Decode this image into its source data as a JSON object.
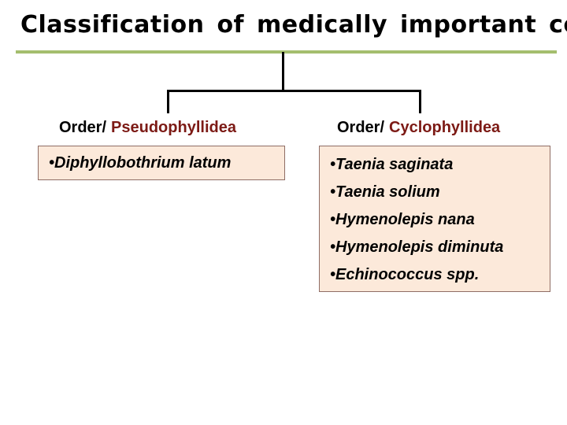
{
  "slide": {
    "title": "Classification of medically important cestodes",
    "colors": {
      "title_text": "#000000",
      "rule_green": "#a4be6e",
      "tree_line": "#000000",
      "order_name_red": "#7c1a15",
      "box_fill": "#fce9da",
      "box_border": "#8f6d65",
      "bullet_text": "#000000",
      "background": "#ffffff"
    },
    "left_branch": {
      "order_prefix": "Order/",
      "order_name": "Pseudophyllidea",
      "items": [
        "•Diphyllobothrium latum"
      ]
    },
    "right_branch": {
      "order_prefix": "Order/",
      "order_name": "Cyclophyllidea",
      "items": [
        "•Taenia saginata",
        "•Taenia solium",
        "•Hymenolepis nana",
        "•Hymenolepis diminuta",
        "•Echinococcus spp."
      ]
    }
  }
}
